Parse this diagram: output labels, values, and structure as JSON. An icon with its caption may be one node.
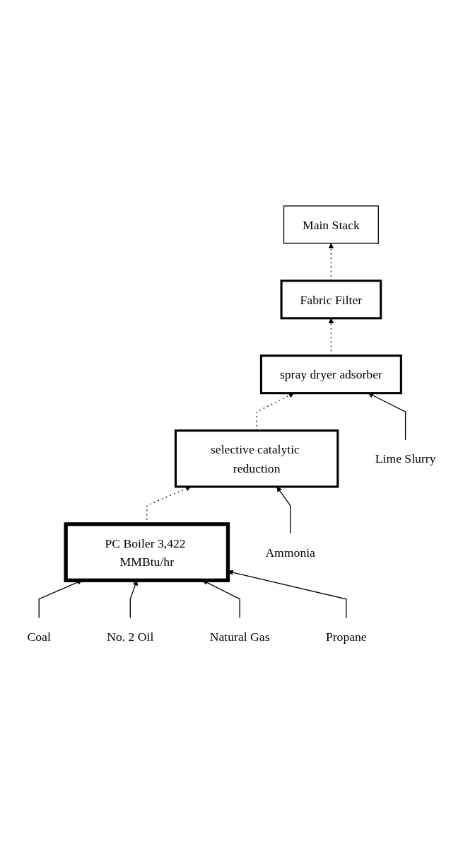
{
  "diagram": {
    "nodes": [
      {
        "text": [
          "Main Stack"
        ]
      },
      {
        "text": [
          "Fabric Filter"
        ]
      },
      {
        "text": [
          "Lime Slurry"
        ]
      },
      {
        "text": [
          "spray dryer adsorber"
        ]
      },
      {
        "text": [
          "Ammonia"
        ]
      },
      {
        "text": [
          "selective catalytic reduction"
        ]
      },
      {
        "text": [
          "Coal"
        ]
      },
      {
        "text": [
          "No. 2 Oil"
        ]
      },
      {
        "text": [
          "Natural Gas"
        ]
      },
      {
        "text": [
          "Propane"
        ]
      },
      {
        "text": [
          "PC Boiler 3,422 MMBtu/hr"
        ]
      }
    ],
    "edges": [
      {
        "from": 10,
        "to": 5,
        "arrow": "to",
        "style": "dashed"
      },
      {
        "from": 5,
        "to": 3,
        "arrow": "to",
        "style": "dashed"
      },
      {
        "from": 3,
        "to": 1,
        "arrow": "to",
        "style": "dashed"
      },
      {
        "from": 1,
        "to": 0,
        "arrow": "to",
        "style": "dashed"
      },
      {
        "from": 2,
        "to": 3,
        "arrow": "to"
      },
      {
        "from": 4,
        "to": 5,
        "arrow": "to"
      },
      {
        "from": 6,
        "to": 10,
        "arrow": "to"
      },
      {
        "from": 7,
        "to": 10,
        "arrow": "to"
      },
      {
        "from": 8,
        "to": 10,
        "arrow": "to"
      },
      {
        "from": 9,
        "to": 10,
        "arrow": "to"
      }
    ]
  }
}
